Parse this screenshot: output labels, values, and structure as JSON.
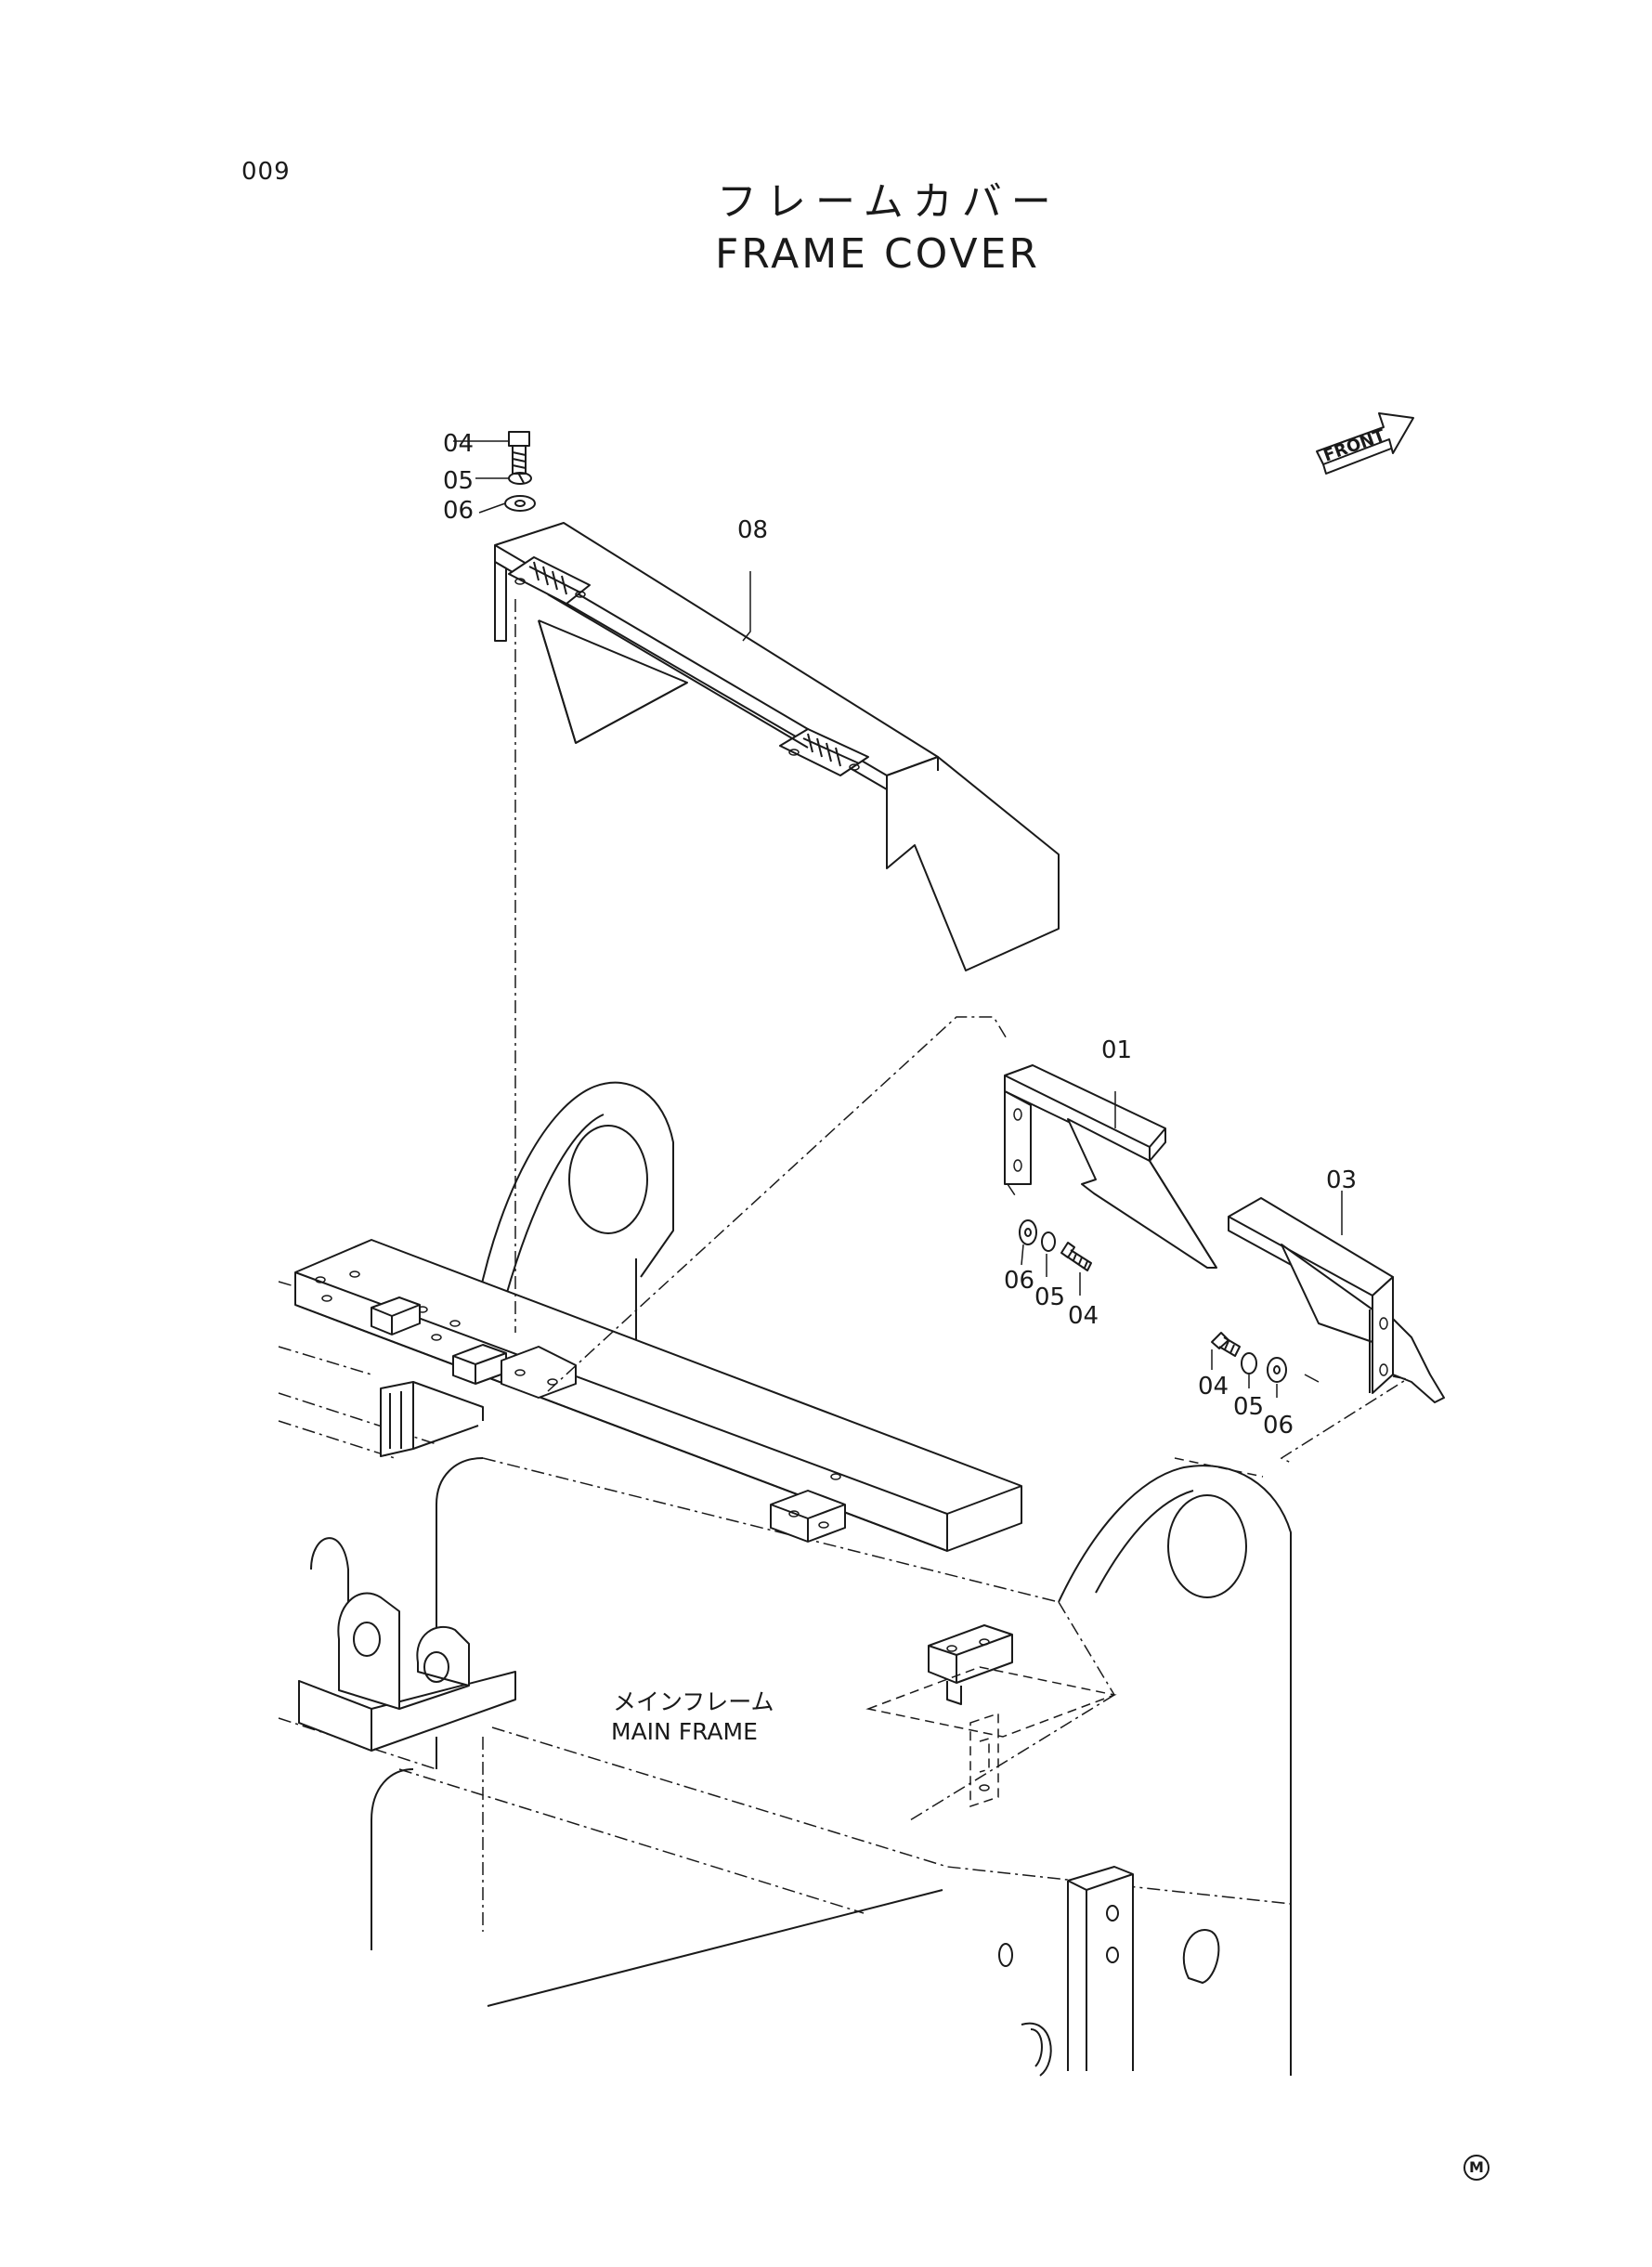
{
  "page": {
    "number": "009",
    "title_jp": "フレームカバー",
    "title_en": "FRAME COVER",
    "corner_mark": "M"
  },
  "front_indicator": {
    "label": "FRONT"
  },
  "main_frame": {
    "label_jp": "メインフレーム",
    "label_en": "MAIN FRAME"
  },
  "callouts": {
    "top_bolt": "04",
    "top_lock_washer": "05",
    "top_washer": "06",
    "cover_08": "08",
    "cover_01": "01",
    "cover_03": "03",
    "mid_washer": "06",
    "mid_lock_washer": "05",
    "mid_bolt": "04",
    "right_bolt": "04",
    "right_lock_washer": "05",
    "right_washer": "06"
  },
  "parts": [
    {
      "no": "01",
      "name": "cover"
    },
    {
      "no": "03",
      "name": "cover"
    },
    {
      "no": "04",
      "name": "bolt"
    },
    {
      "no": "05",
      "name": "lock washer"
    },
    {
      "no": "06",
      "name": "washer"
    },
    {
      "no": "08",
      "name": "cover"
    }
  ]
}
